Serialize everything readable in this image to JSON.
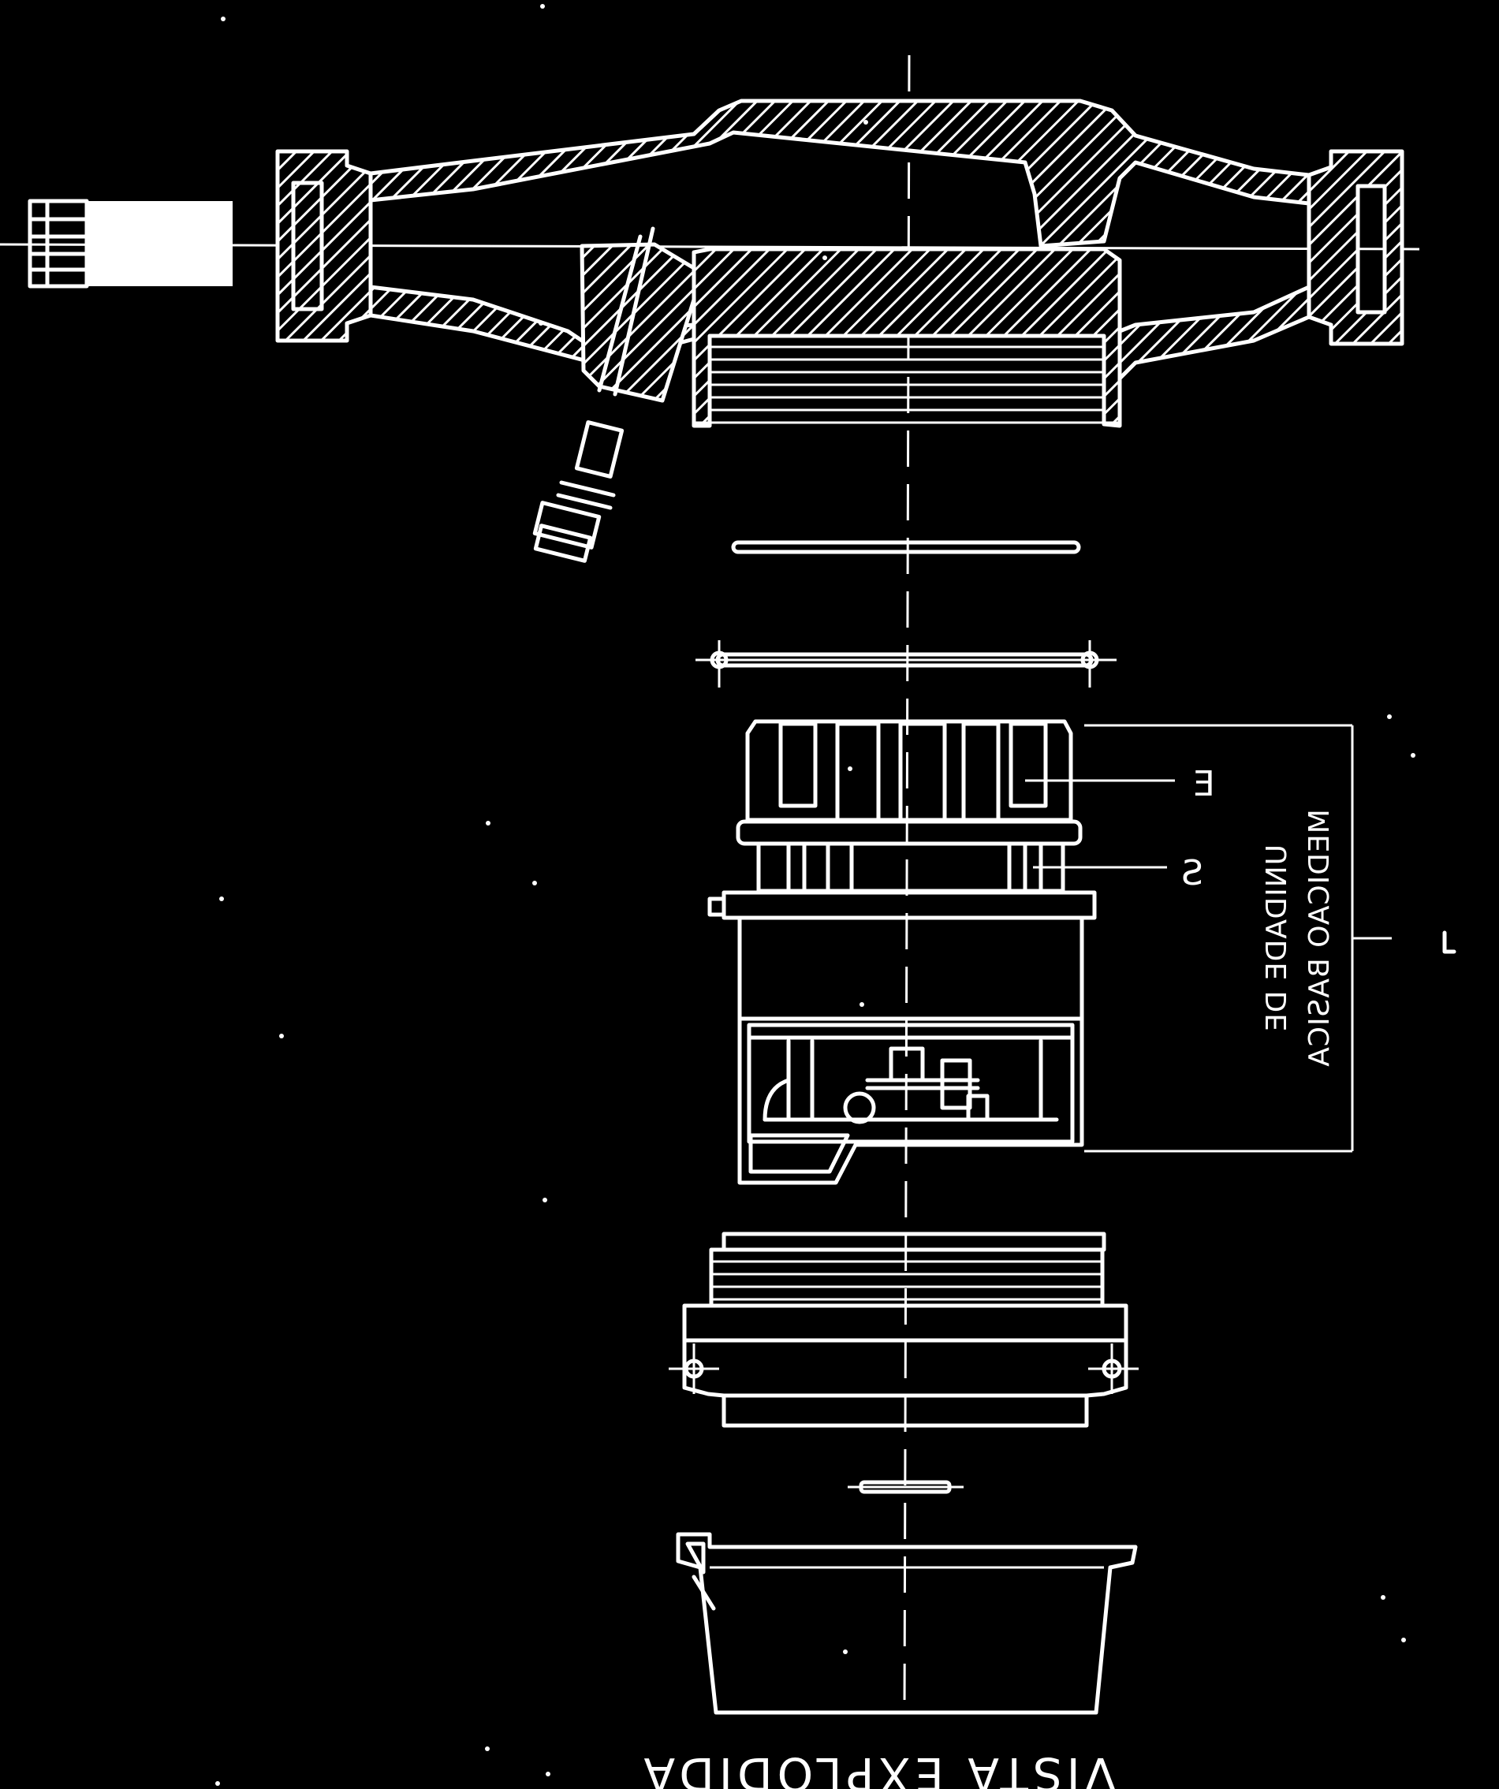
{
  "drawing": {
    "title": "VISTA EXPLODIDA",
    "callouts": [
      {
        "id": "E",
        "text": "E"
      },
      {
        "id": "S",
        "text": "S"
      }
    ],
    "unit_label_lines": [
      "UNIDADE DE",
      "MEDICAO BASICA"
    ]
  },
  "colors": {
    "background": "#000000",
    "line": "#ffffff"
  }
}
